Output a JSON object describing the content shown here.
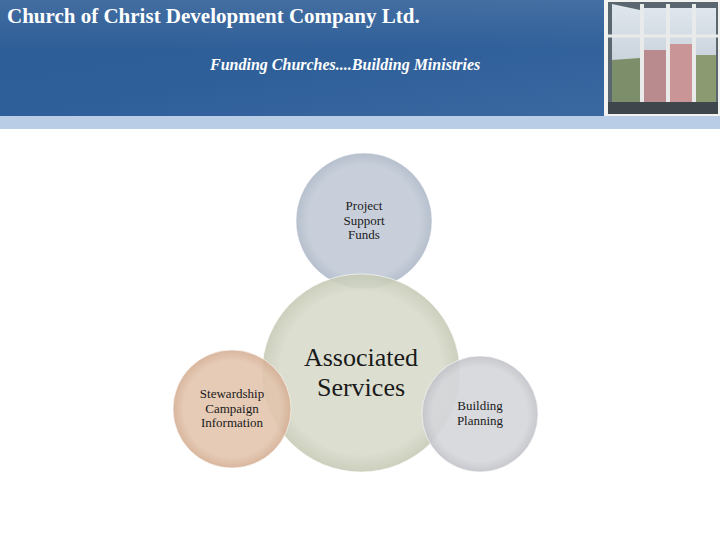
{
  "diagram": {
    "title": "Church of Christ Development Company Ltd.",
    "nodes": [
      {
        "text": [
          "Project Support Funds"
        ]
      },
      {
        "text": [
          "Associated Services"
        ]
      },
      {
        "text": [
          "Stewardship Campaign Information"
        ]
      },
      {
        "text": [
          "Building Planning"
        ]
      }
    ],
    "labels": [
      "Funding Churches....Building Ministries"
    ]
  }
}
